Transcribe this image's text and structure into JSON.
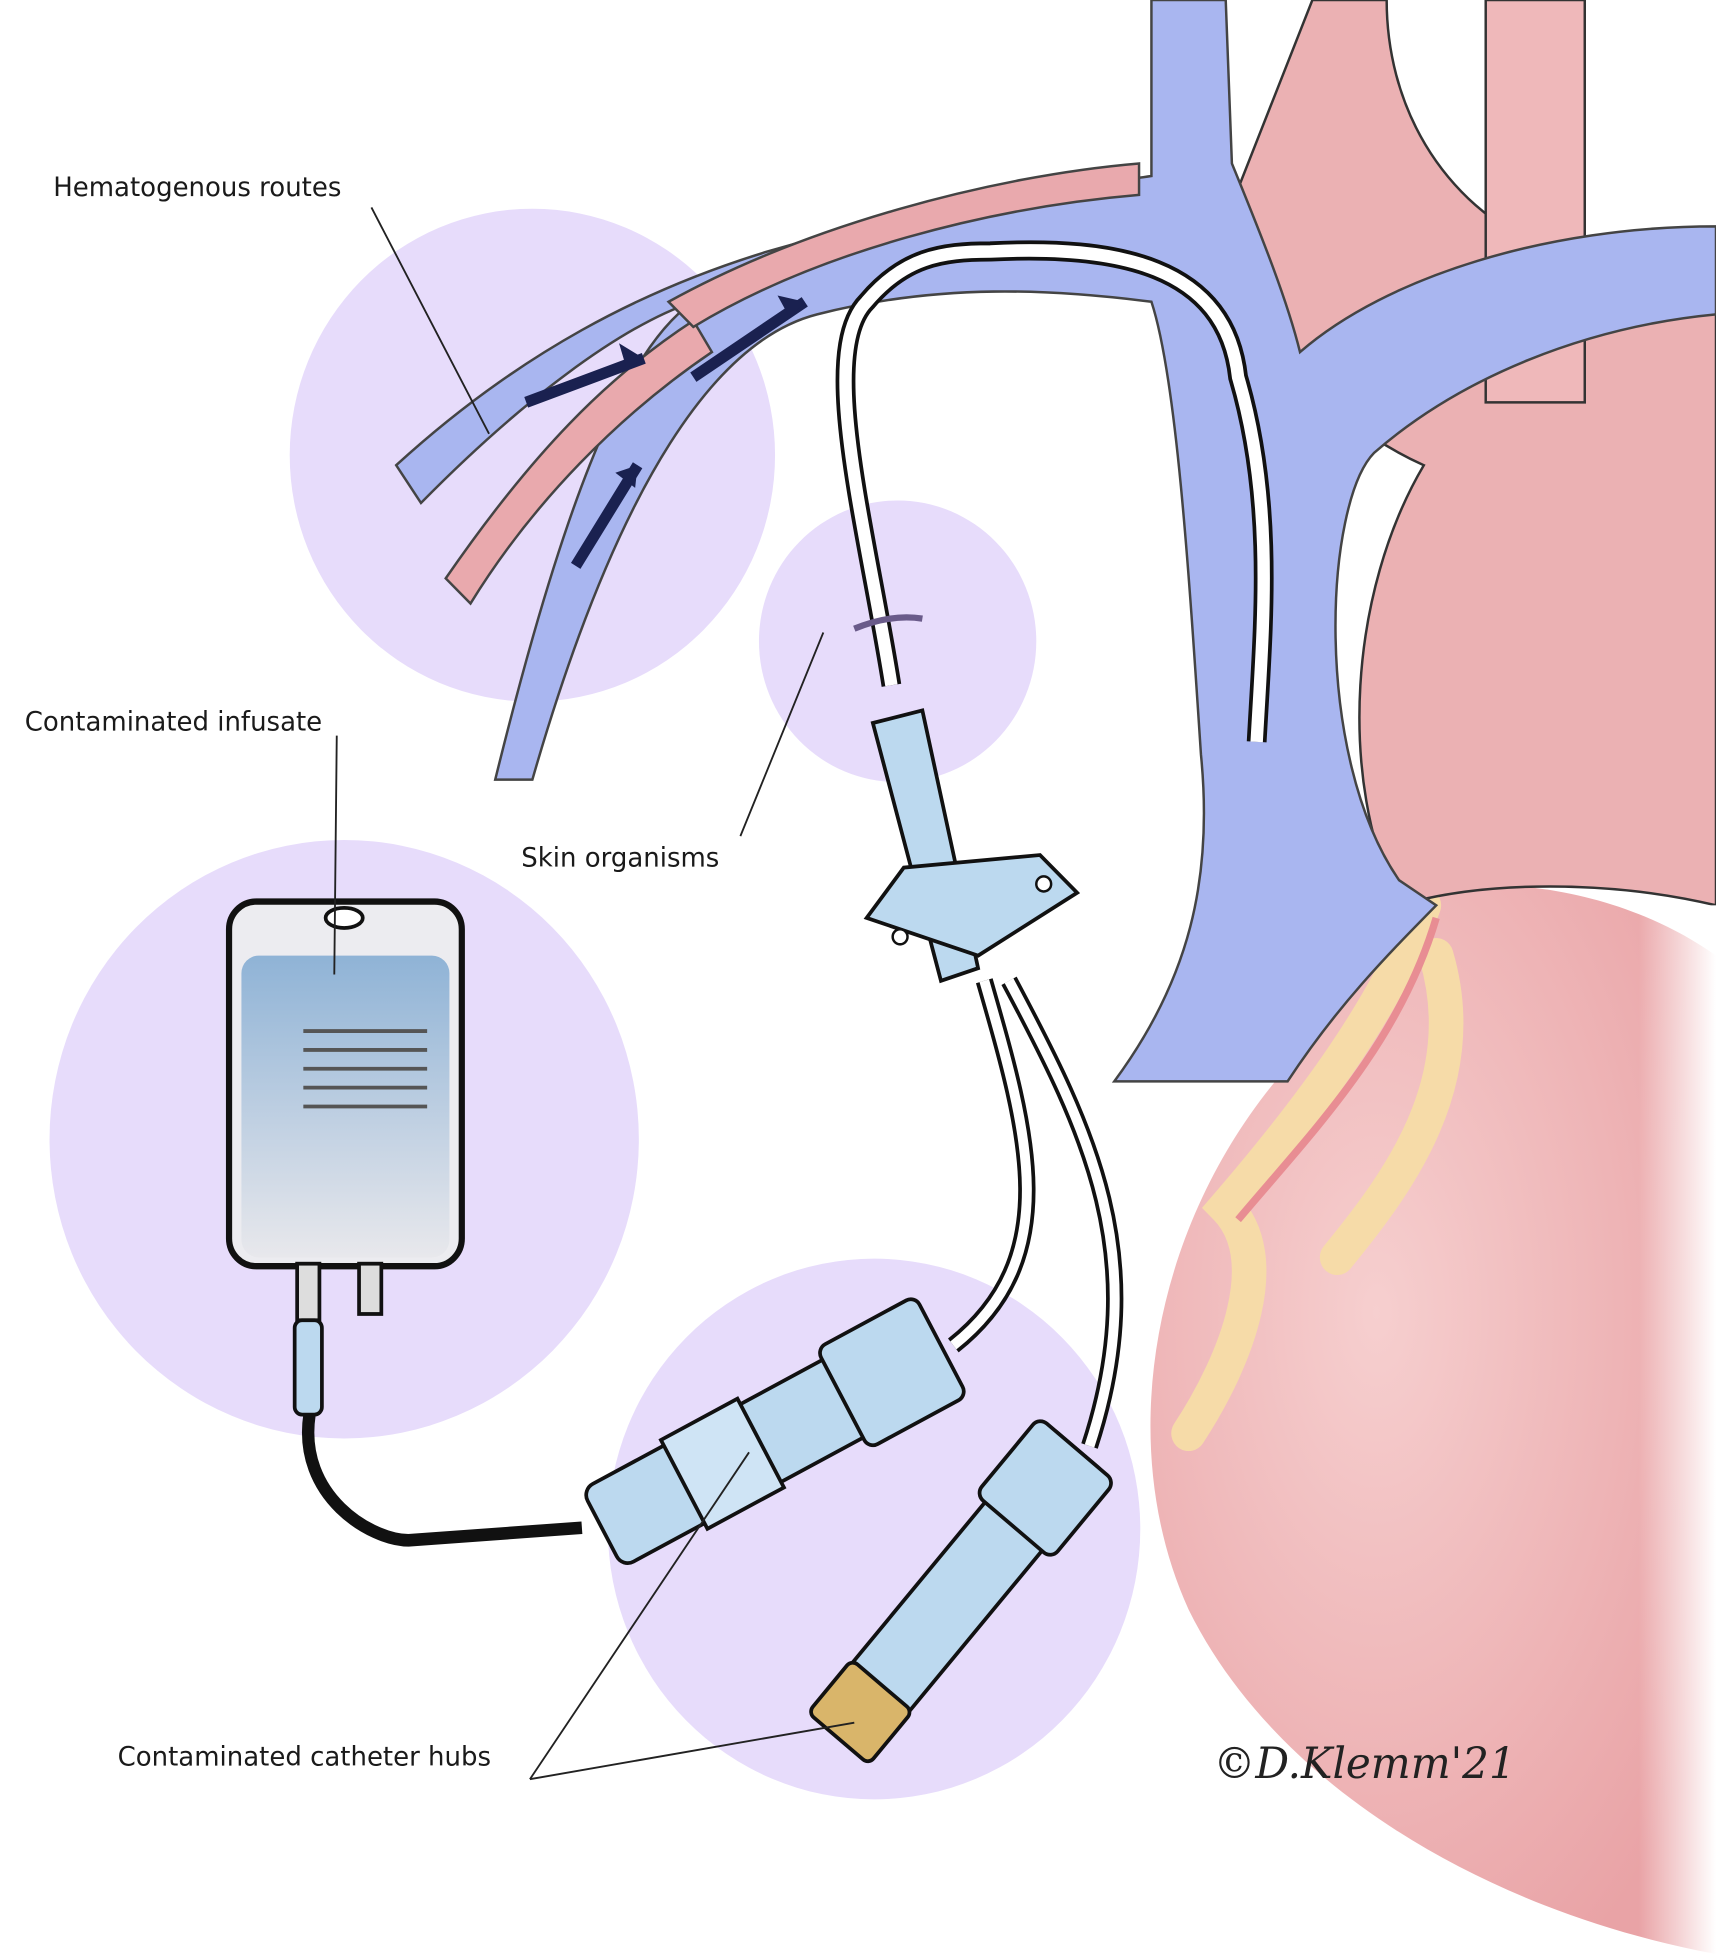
{
  "labels": {
    "hematogenous": "Hematogenous routes",
    "infusate": "Contaminated infusate",
    "skin": "Skin organisms",
    "hubs": "Contaminated catheter hubs"
  },
  "signature": "©D.Klemm'21",
  "colors": {
    "circle": "#e7dcfb",
    "vein": "#a9b6f0",
    "artery": "#e9a9ad",
    "heart": "#f2b8b8",
    "fat": "#f7ddb0",
    "hub": "#bcd9ef",
    "cap": "#d9b56a",
    "outline": "#111111"
  }
}
